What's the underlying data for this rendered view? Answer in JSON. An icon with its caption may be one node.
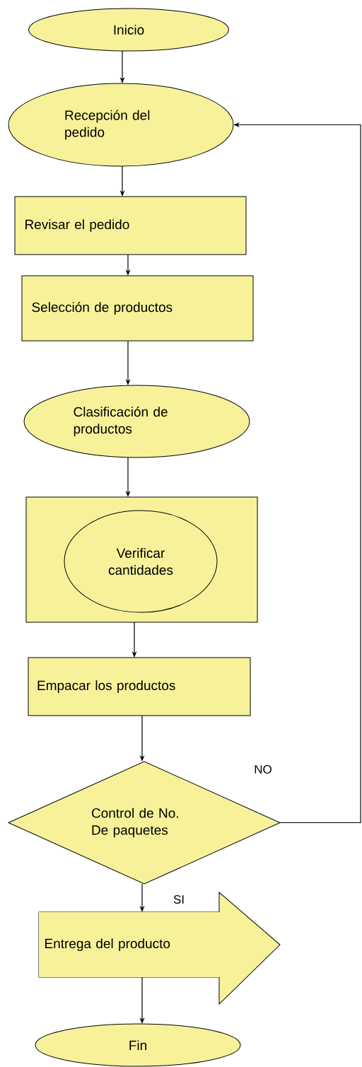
{
  "diagram": {
    "nodes": [
      {
        "text": [
          "Inicio"
        ]
      },
      {
        "text": [
          "Recepción del pedido"
        ]
      },
      {
        "text": [
          "Revisar el pedido"
        ]
      },
      {
        "text": [
          "Selección de productos"
        ]
      },
      {
        "text": [
          "Clasificación de productos"
        ]
      },
      {
        "text": [],
        "shape": "box"
      },
      {
        "text": [
          "Verificar cantidades"
        ],
        "in": 5
      },
      {
        "text": [
          "Empacar los productos"
        ]
      },
      {
        "text": [
          "Control de No. De paquetes"
        ]
      },
      {
        "text": [
          "Entrega del producto"
        ]
      },
      {
        "text": [
          "Fin"
        ]
      }
    ],
    "edges": [
      {
        "from": 0,
        "to": 1,
        "arrow": "to"
      },
      {
        "from": 1,
        "to": 2,
        "arrow": "to"
      },
      {
        "from": 2,
        "to": 3,
        "arrow": "to"
      },
      {
        "from": 3,
        "to": 4,
        "arrow": "to"
      },
      {
        "from": 4,
        "to": 5,
        "arrow": "to"
      },
      {
        "from": 5,
        "to": 7,
        "arrow": "to"
      },
      {
        "from": 7,
        "to": 8,
        "arrow": "to"
      },
      {
        "from": 8,
        "to": 9,
        "label": "SI",
        "arrow": "to"
      },
      {
        "from": 9,
        "to": 10,
        "arrow": "to"
      },
      {
        "from": 8,
        "to": 1,
        "label": "NO",
        "arrow": "to"
      }
    ]
  }
}
